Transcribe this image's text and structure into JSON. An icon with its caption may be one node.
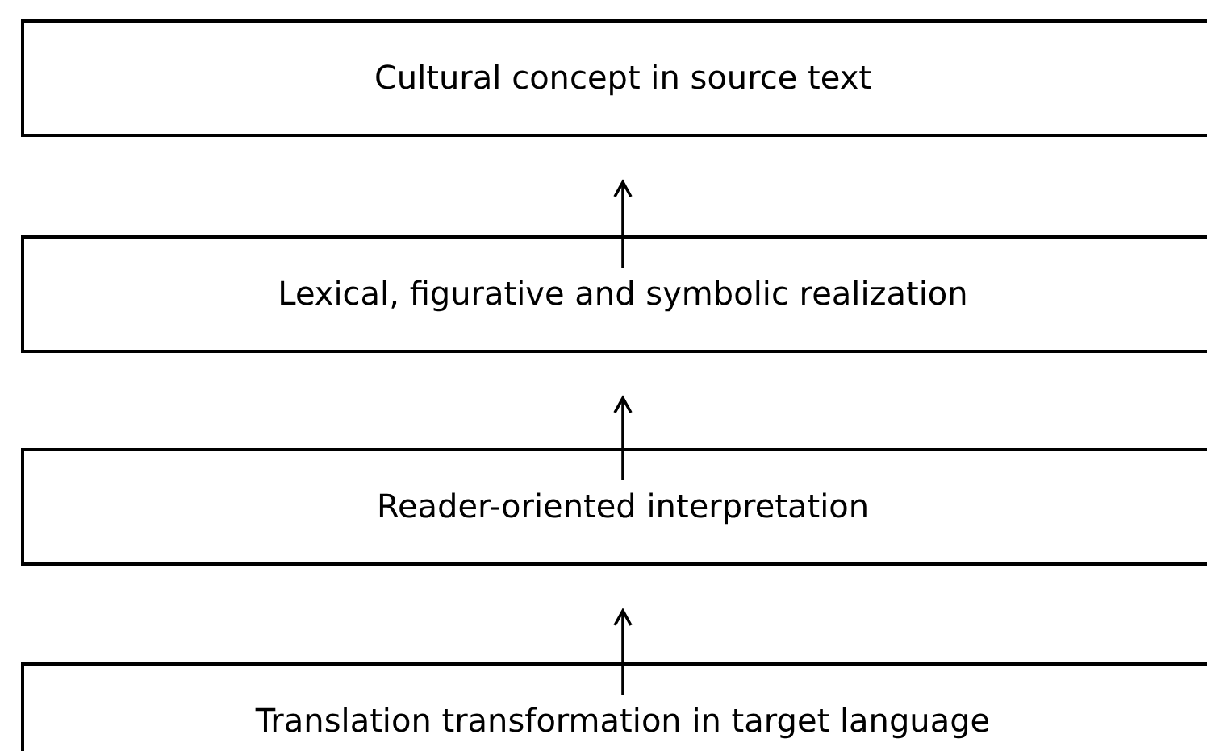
{
  "diagram": {
    "nodes": [
      {
        "text": [
          "Cultural concept in source text"
        ]
      },
      {
        "text": [
          "Lexical, figurative and symbolic realization"
        ]
      },
      {
        "text": [
          "Reader-oriented interpretation"
        ]
      },
      {
        "text": [
          "Translation transformation in target language"
        ]
      }
    ],
    "edges": [
      {
        "from": 1,
        "to": 0,
        "arrow": "to"
      },
      {
        "from": 2,
        "to": 1,
        "arrow": "to"
      },
      {
        "from": 3,
        "to": 2,
        "arrow": "to"
      }
    ]
  }
}
